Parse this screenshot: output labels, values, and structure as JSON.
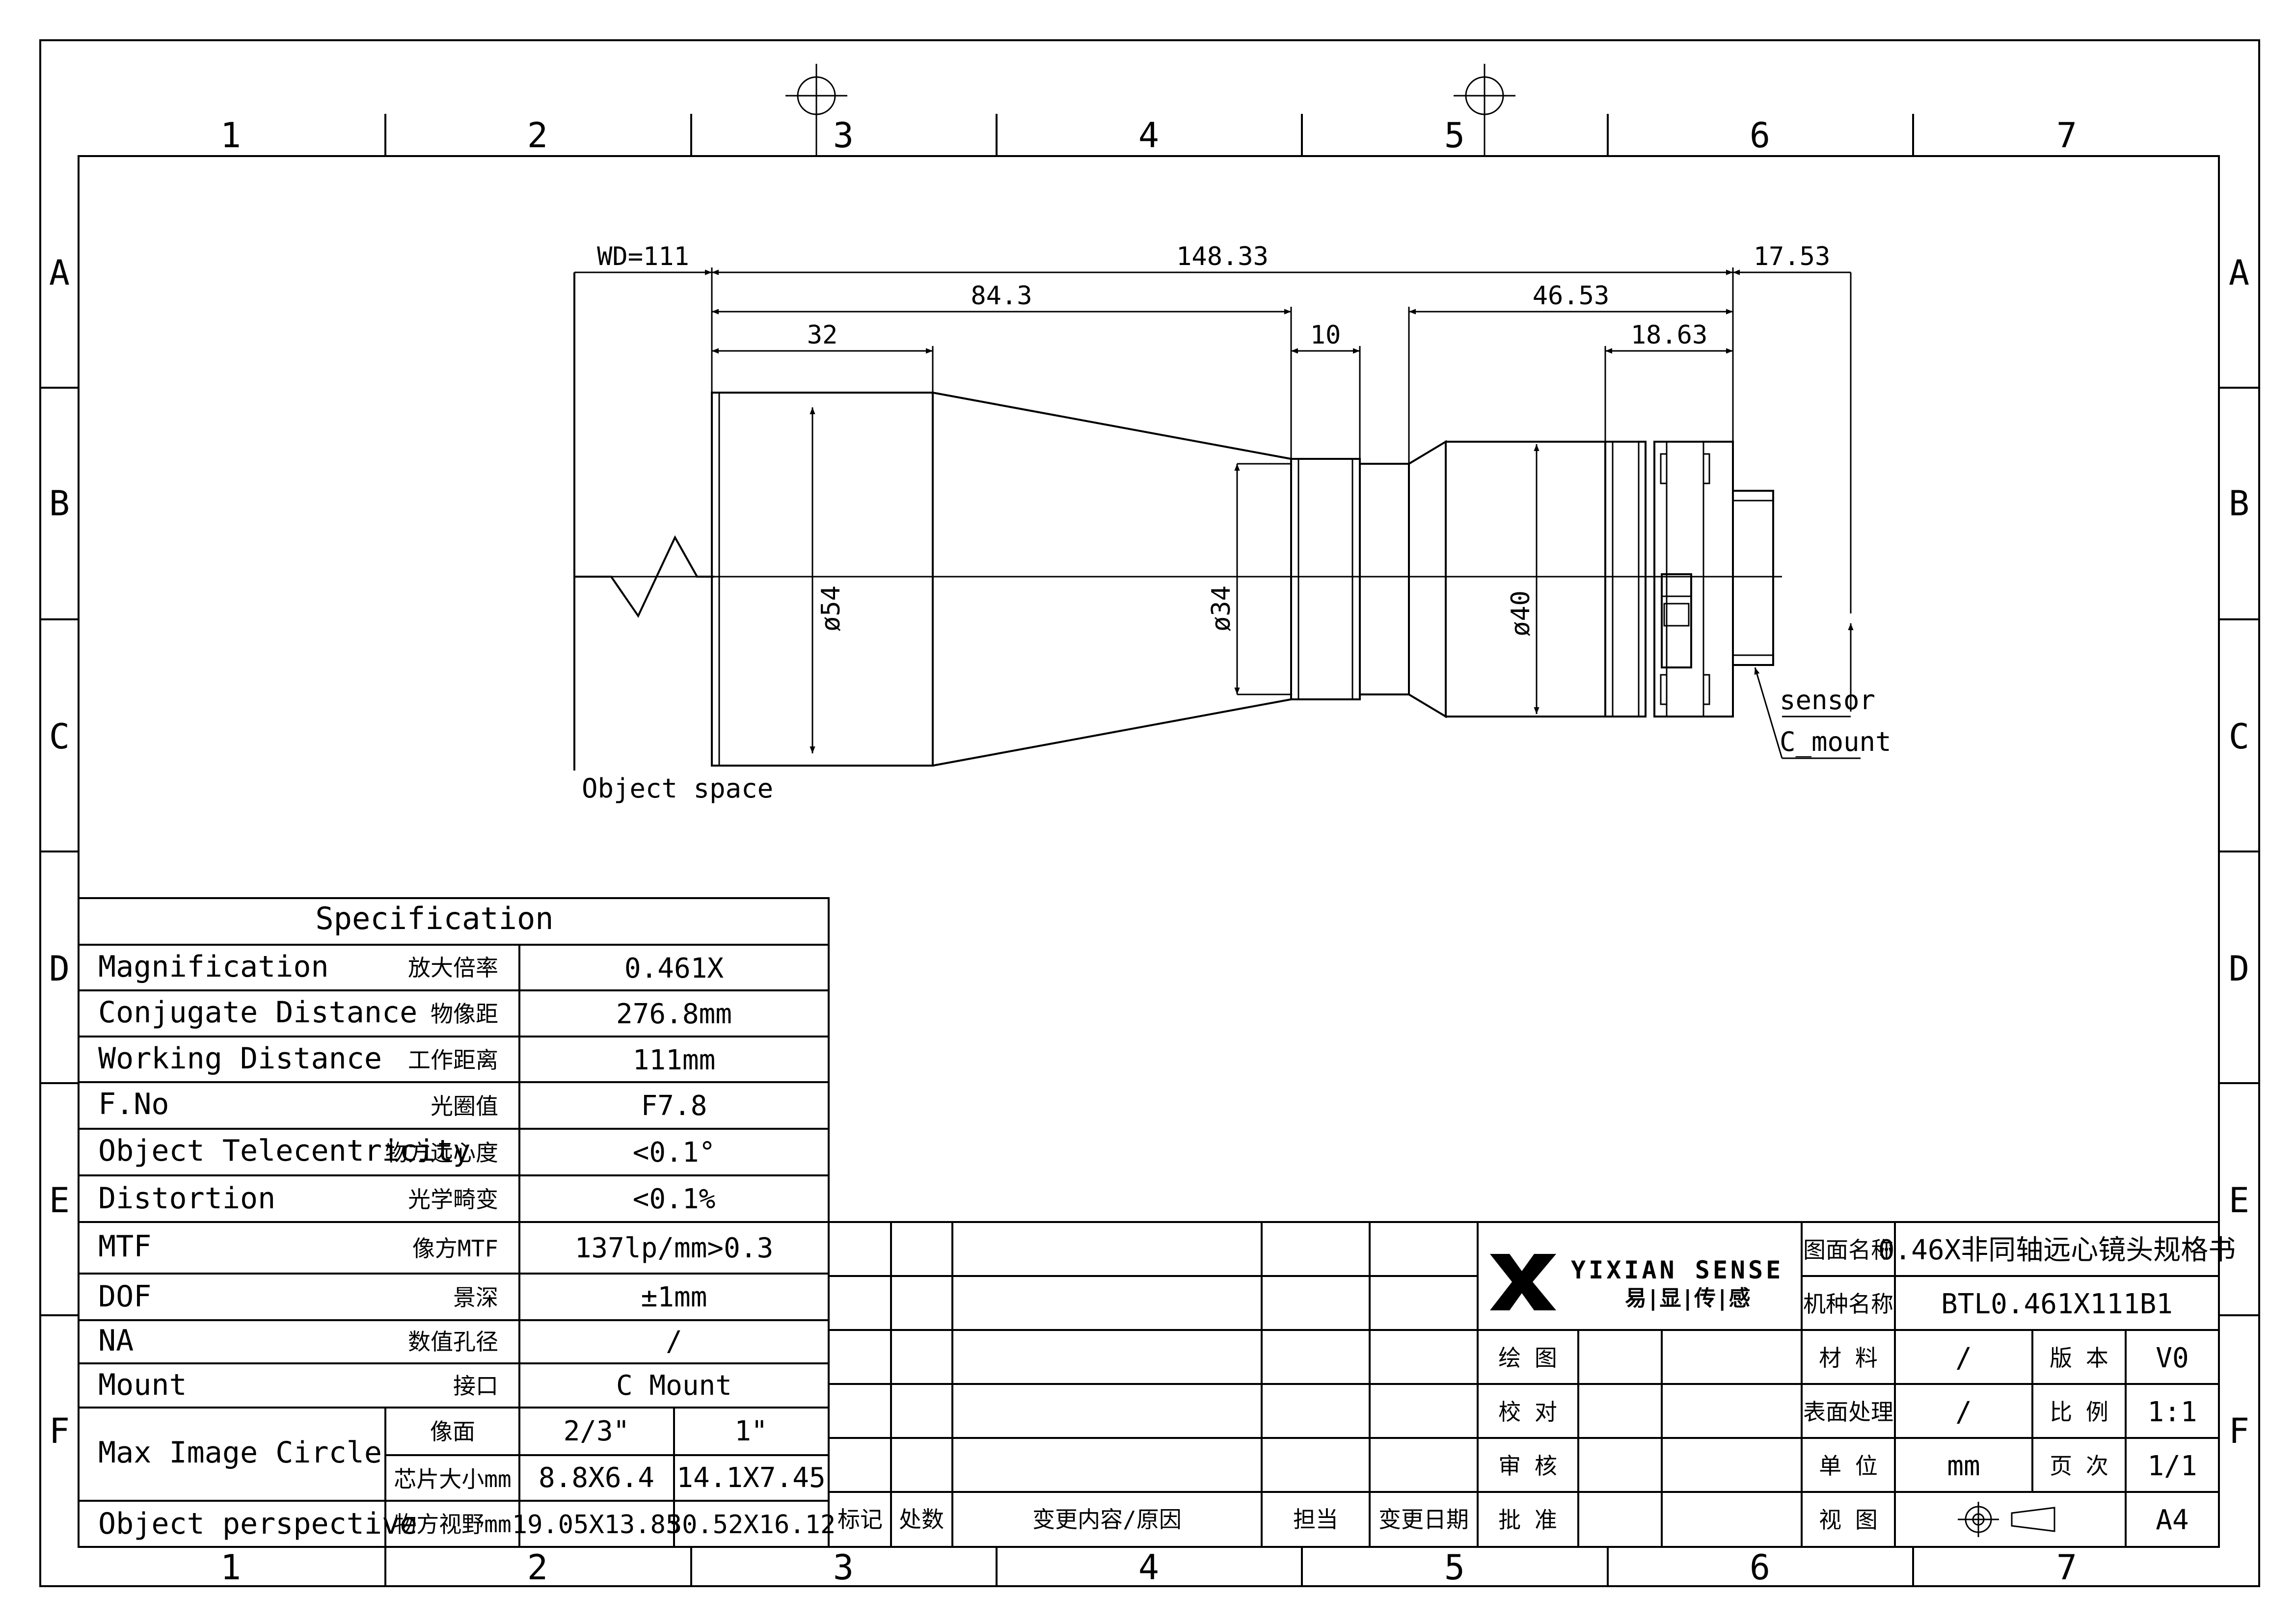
{
  "frame": {
    "columns": [
      "1",
      "2",
      "3",
      "4",
      "5",
      "6",
      "7"
    ],
    "rows": [
      "A",
      "B",
      "C",
      "D",
      "E",
      "F"
    ]
  },
  "dimensions": {
    "wd": "WD=111",
    "total": "148.33",
    "d84": "84.3",
    "d32": "32",
    "d10": "10",
    "d46": "46.53",
    "d18": "18.63",
    "d17": "17.53",
    "dia54": "ø54",
    "dia34": "ø34",
    "dia40": "ø40"
  },
  "labels": {
    "object_space": "Object space",
    "sensor": "sensor",
    "c_mount": "C_mount"
  },
  "spec": {
    "title": "Specification",
    "rows": [
      {
        "en": "Magnification",
        "cn": "放大倍率",
        "value": "0.461X"
      },
      {
        "en": "Conjugate Distance",
        "cn": "物像距",
        "value": "276.8mm"
      },
      {
        "en": "Working Distance",
        "cn": "工作距离",
        "value": "111mm"
      },
      {
        "en": "F.No",
        "cn": "光圈值",
        "value": "F7.8"
      },
      {
        "en": "Object Telecentricity",
        "cn": "物方远心度",
        "value": "<0.1°"
      },
      {
        "en": "Distortion",
        "cn": "光学畸变",
        "value": "<0.1%"
      },
      {
        "en": "MTF",
        "cn": "像方MTF",
        "value": "137lp/mm>0.3"
      },
      {
        "en": "DOF",
        "cn": "景深",
        "value": "±1mm"
      },
      {
        "en": "NA",
        "cn": "数值孔径",
        "value": "/"
      },
      {
        "en": "Mount",
        "cn": "接口",
        "value": "C Mount"
      }
    ],
    "circle": {
      "en": "Max Image Circle",
      "sub1": "像面",
      "v1a": "2/3\"",
      "v1b": "1\"",
      "sub2": "芯片大小mm",
      "v2a": "8.8X6.4",
      "v2b": "14.1X7.45"
    },
    "perspective": {
      "en": "Object perspective",
      "cn": "物方视野mm",
      "va": "19.05X13.85",
      "vb": "30.52X16.12"
    }
  },
  "revision": {
    "headers": [
      "标记",
      "处数",
      "变更内容/原因",
      "担当",
      "变更日期"
    ]
  },
  "title_block": {
    "brand": "YIXIAN SENSE",
    "brand_cn": "易|显|传|感",
    "drawing_name_label": "图面名称",
    "drawing_name": "0.46X非同轴远心镜头规格书",
    "model_label": "机种名称",
    "model": "BTL0.461X111B1",
    "approvals": [
      "绘 图",
      "校 对",
      "审 核",
      "批 准"
    ],
    "material_label": "材 料",
    "material": "/",
    "version_label": "版 本",
    "version": "V0",
    "surface_label": "表面处理",
    "surface": "/",
    "scale_label": "比 例",
    "scale": "1:1",
    "unit_label": "单 位",
    "unit": "mm",
    "page_label": "页 次",
    "page": "1/1",
    "view_label": "视 图",
    "paper": "A4"
  }
}
